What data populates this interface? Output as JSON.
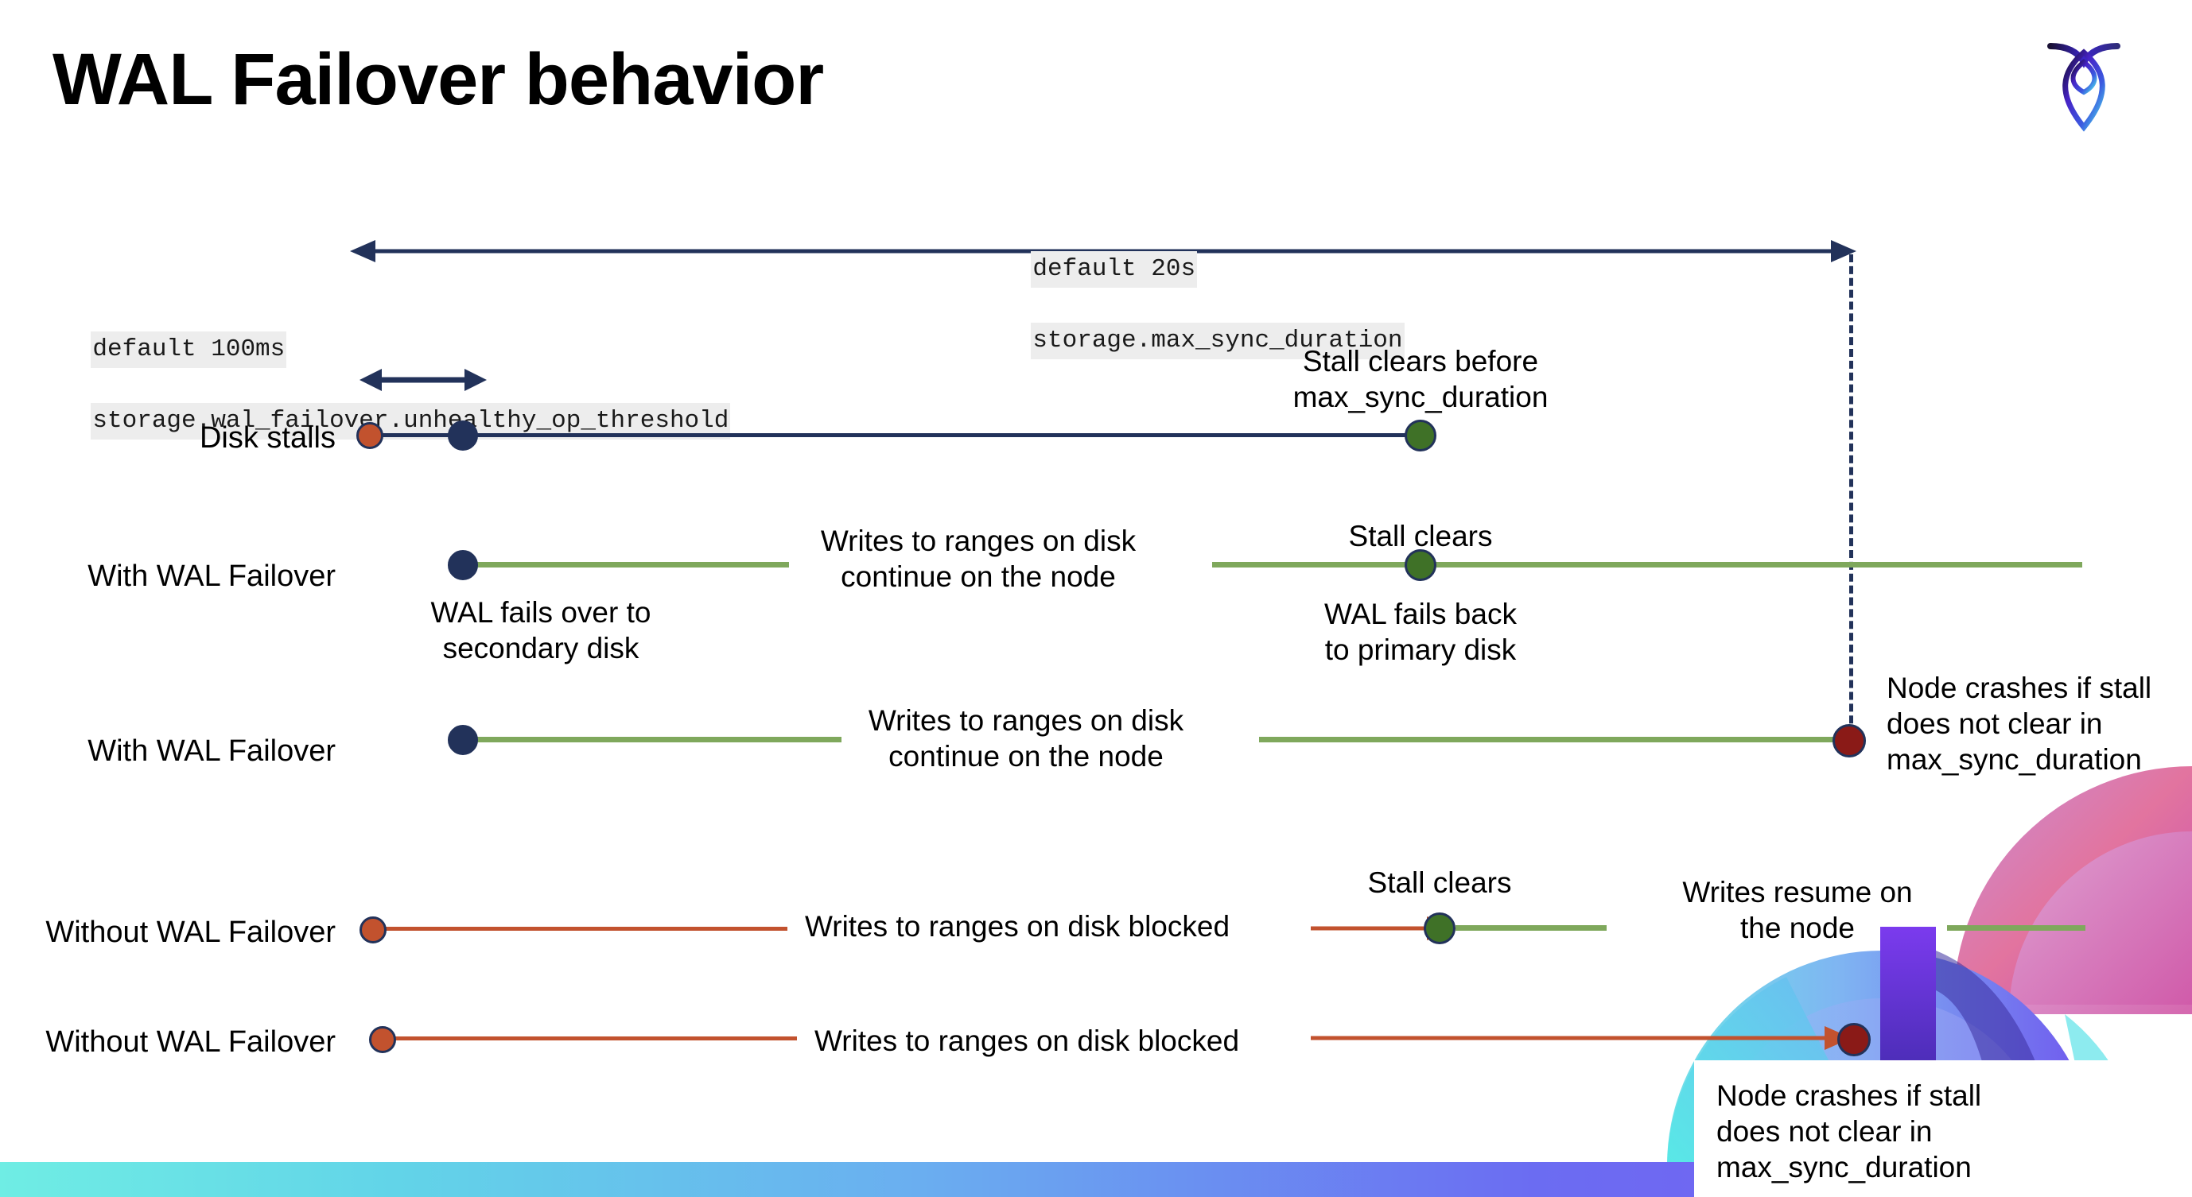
{
  "slide": {
    "title": "WAL Failover behavior",
    "logo_name": "cockroachdb-logo"
  },
  "annotations": {
    "max_sync": {
      "line1": "default 20s",
      "line2": "storage.max_sync_duration"
    },
    "unhealthy_threshold": {
      "line1": "default 100ms",
      "line2": "storage.wal_failover.unhealthy_op_threshold"
    }
  },
  "rows": [
    {
      "id": "disk-stalls",
      "label": "Disk stalls",
      "notes": [
        {
          "id": "stall-clears-before",
          "text": "Stall clears before\nmax_sync_duration"
        }
      ]
    },
    {
      "id": "with-wal-failover-1",
      "label": "With WAL Failover",
      "notes": [
        {
          "id": "writes-continue",
          "text": "Writes to ranges on disk\ncontinue on the node"
        },
        {
          "id": "stall-clears",
          "text": "Stall clears"
        },
        {
          "id": "wal-fails-over",
          "text": "WAL fails over to\nsecondary disk"
        },
        {
          "id": "wal-fails-back",
          "text": "WAL fails  back\nto primary disk"
        }
      ]
    },
    {
      "id": "with-wal-failover-2",
      "label": "With WAL Failover",
      "notes": [
        {
          "id": "writes-continue-2",
          "text": "Writes to ranges on disk\ncontinue on the node"
        },
        {
          "id": "node-crashes-1",
          "text": "Node crashes if stall\ndoes not clear in\nmax_sync_duration"
        }
      ]
    },
    {
      "id": "without-wal-failover-1",
      "label": "Without WAL Failover",
      "notes": [
        {
          "id": "writes-blocked-1",
          "text": "Writes to ranges on disk  blocked"
        },
        {
          "id": "stall-clears-2",
          "text": "Stall clears"
        },
        {
          "id": "writes-resume",
          "text": "Writes resume on\nthe node"
        }
      ]
    },
    {
      "id": "without-wal-failover-2",
      "label": "Without WAL Failover",
      "notes": [
        {
          "id": "writes-blocked-2",
          "text": "Writes to ranges on disk  blocked"
        },
        {
          "id": "node-crashes-2",
          "text": "Node crashes if stall\ndoes not clear in\nmax_sync_duration"
        }
      ]
    }
  ],
  "colors": {
    "navy": "#22325A",
    "green_line": "#7FA85C",
    "green_dot": "#3F7127",
    "orange": "#C2522E",
    "red_dot": "#8A1A17",
    "chip_bg": "#ededed"
  }
}
